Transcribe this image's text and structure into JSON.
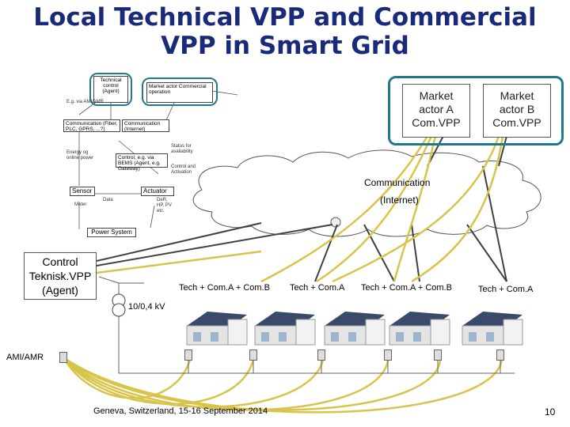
{
  "title": "Local Technical VPP and Commercial VPP in Smart Grid",
  "title_line1": "Local Technical VPP and Commercial",
  "title_line2": "VPP in Smart Grid",
  "market_a": {
    "line1": "Market",
    "line2": "actor A",
    "line3": "Com.VPP"
  },
  "market_b": {
    "line1": "Market",
    "line2": "actor B",
    "line3": "Com.VPP"
  },
  "cloud": {
    "line1": "Communication",
    "line2": "(Internet)"
  },
  "control": {
    "line1": "Control",
    "line2": "Teknisk.VPP",
    "line3": "(Agent)"
  },
  "house_labels": [
    "Tech + Com.A + Com.B",
    "Tech + Com.A",
    "Tech + Com.A + Com.B",
    "Tech + Com.A"
  ],
  "transformer_label": "10/0,4 kV",
  "ami_label": "AMI/AMR",
  "footer": "Geneva, Switzerland, 15-16 September 2014",
  "page_number": "10",
  "schematic": {
    "technical": "Technical control (Agent)",
    "market": "Market actor Commercial operation",
    "eg": "E.g. via AMI/AMR",
    "comm1": "Communication (Fiber, PLC, GPRS, ...?)",
    "comm2": "Communication (Internet)",
    "energy": "Energy og online power",
    "status": "Status for availability",
    "control_mid": "Control, e.g. via BEMS (Agent, e.g. Gateway)",
    "control_low": "Control and Activation",
    "sensor": "Sensor",
    "actuator": "Actuator",
    "actuator_detail": "DeR, HP, PV etc.",
    "power": "Power System",
    "meter": "Meter",
    "data": "Data"
  },
  "colors": {
    "title": "#1a2a7a",
    "highlight": "#1f7a8c",
    "link_yellow": "#d8c44a",
    "link_dark": "#404040"
  }
}
